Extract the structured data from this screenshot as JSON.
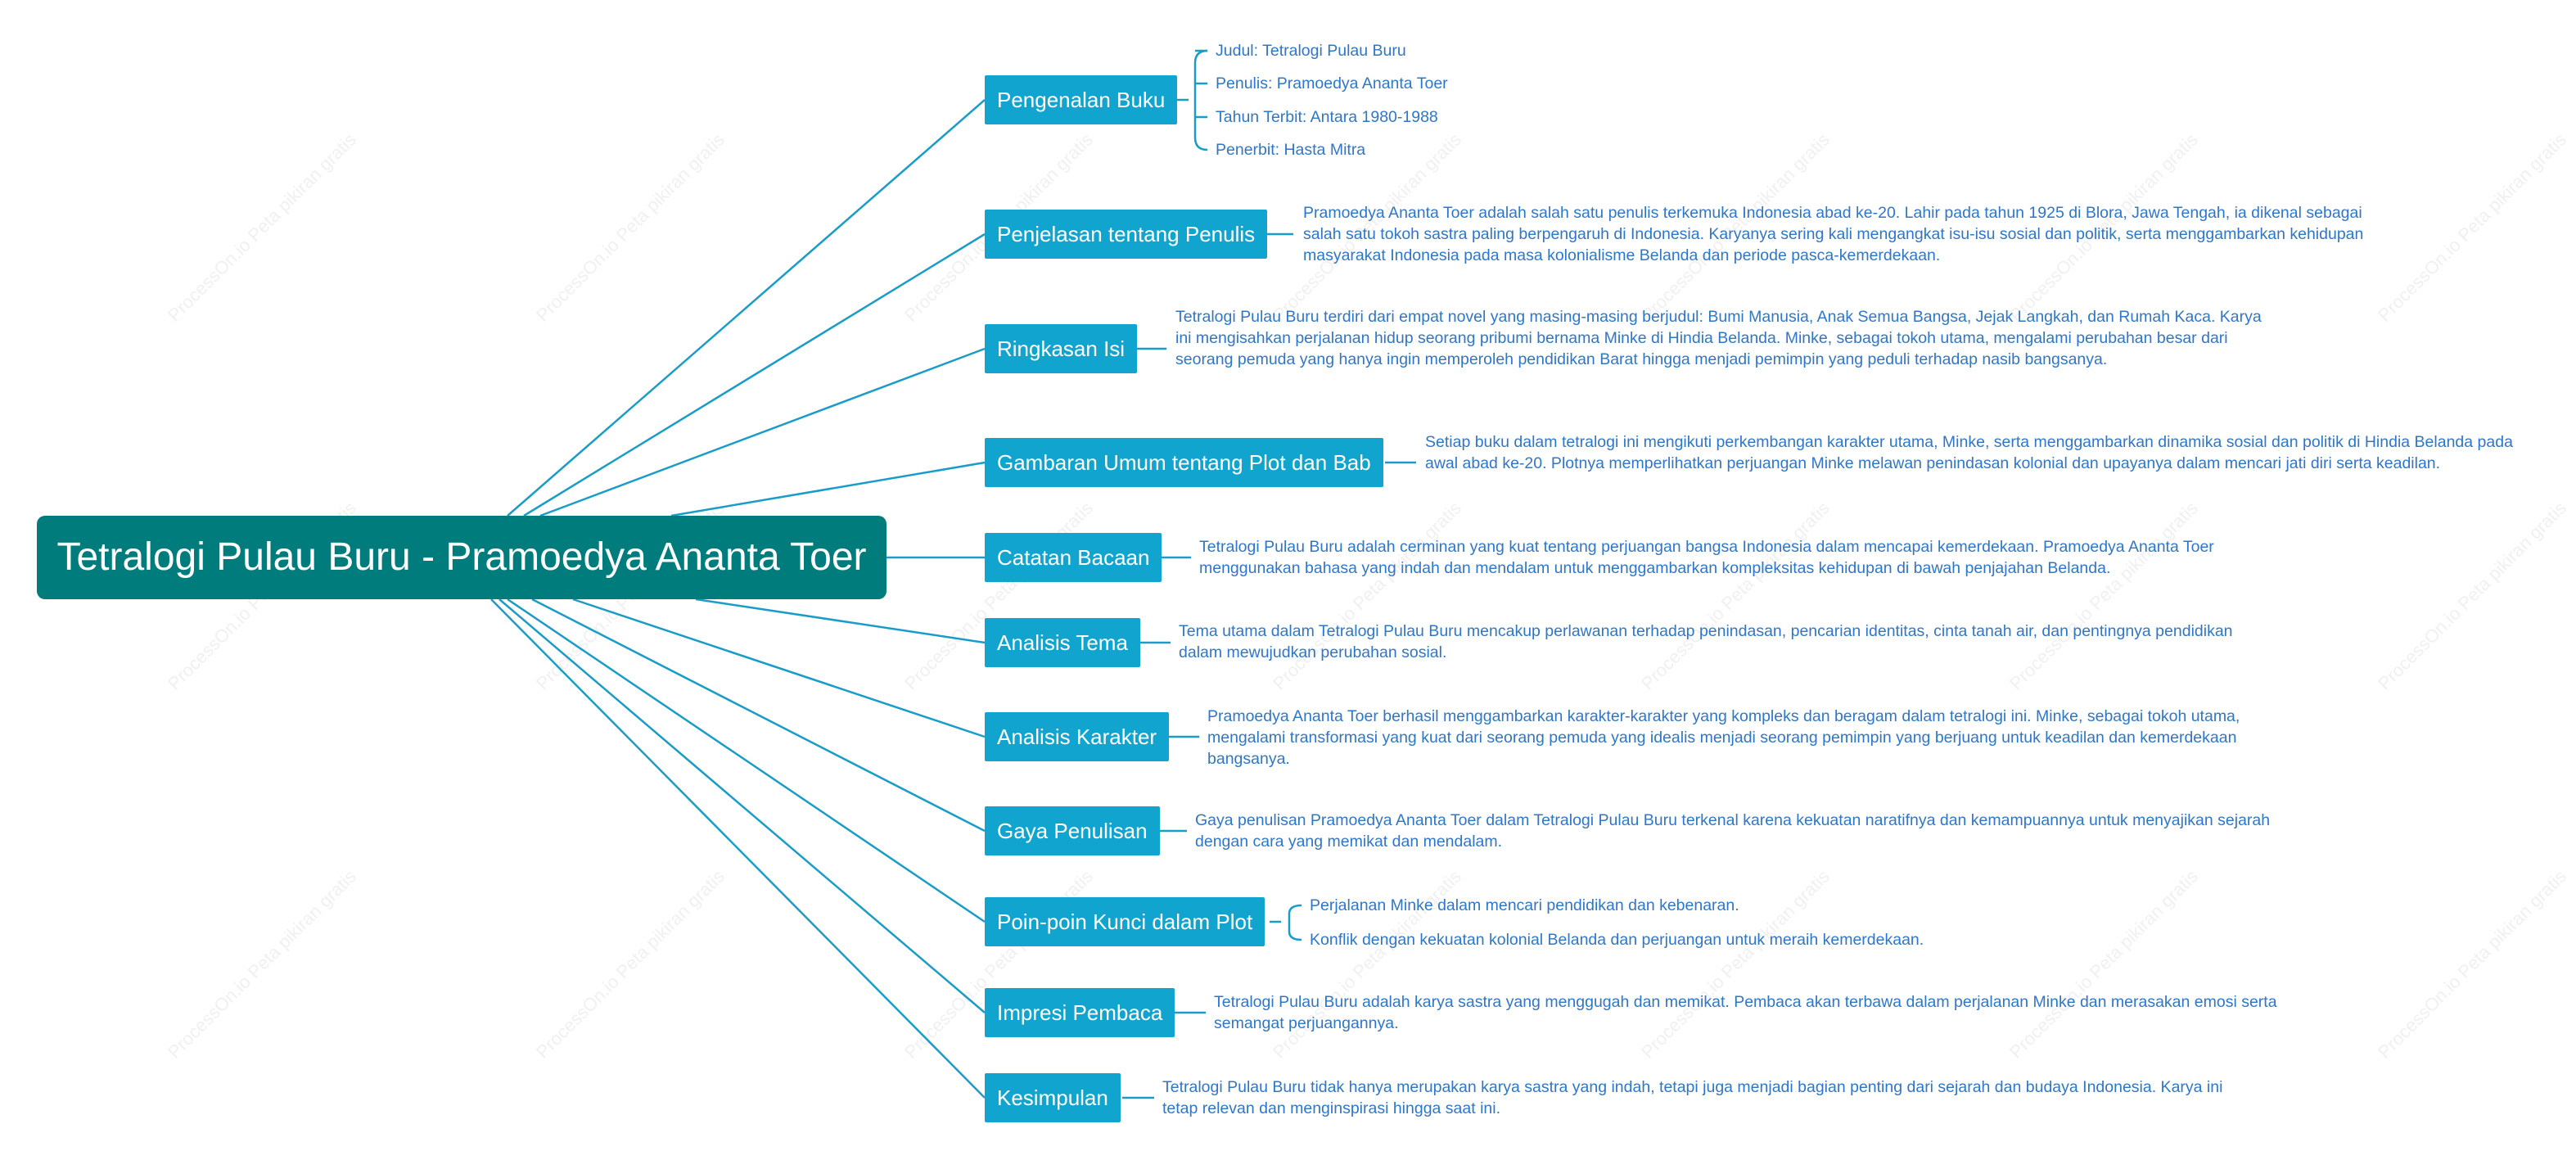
{
  "root": {
    "title": "Tetralogi Pulau Buru - Pramoedya Ananta Toer"
  },
  "watermark": "ProcessOn.io Peta pikiran gratis",
  "colors": {
    "root": "#007c7c",
    "topic": "#11a4cf",
    "text": "#2e77c8",
    "line": "#1a9cc8"
  },
  "topics": [
    {
      "label": "Pengenalan Buku",
      "items": [
        "Judul: Tetralogi Pulau Buru",
        "Penulis: Pramoedya Ananta Toer",
        "Tahun Terbit: Antara 1980-1988",
        "Penerbit: Hasta Mitra"
      ]
    },
    {
      "label": "Penjelasan tentang Penulis",
      "note": "Pramoedya Ananta Toer adalah salah satu penulis terkemuka Indonesia abad ke-20. Lahir pada tahun 1925 di Blora, Jawa Tengah, ia dikenal sebagai salah satu tokoh sastra paling berpengaruh di Indonesia. Karyanya sering kali mengangkat isu-isu sosial dan politik, serta menggambarkan kehidupan masyarakat Indonesia pada masa kolonialisme Belanda dan periode pasca-kemerdekaan."
    },
    {
      "label": "Ringkasan Isi",
      "note": "Tetralogi Pulau Buru terdiri dari empat novel yang masing-masing berjudul: Bumi Manusia, Anak Semua Bangsa, Jejak Langkah, dan Rumah Kaca. Karya ini mengisahkan perjalanan hidup seorang pribumi bernama Minke di Hindia Belanda. Minke, sebagai tokoh utama, mengalami perubahan besar dari seorang pemuda yang hanya ingin memperoleh pendidikan Barat hingga menjadi pemimpin yang peduli terhadap nasib bangsanya."
    },
    {
      "label": "Gambaran Umum tentang Plot dan Bab",
      "note": "Setiap buku dalam tetralogi ini mengikuti perkembangan karakter utama, Minke, serta menggambarkan dinamika sosial dan politik di Hindia Belanda pada awal abad ke-20. Plotnya memperlihatkan perjuangan Minke melawan penindasan kolonial dan upayanya dalam mencari jati diri serta keadilan."
    },
    {
      "label": "Catatan Bacaan",
      "note": "Tetralogi Pulau Buru adalah cerminan yang kuat tentang perjuangan bangsa Indonesia dalam mencapai kemerdekaan. Pramoedya Ananta Toer menggunakan bahasa yang indah dan mendalam untuk menggambarkan kompleksitas kehidupan di bawah penjajahan Belanda."
    },
    {
      "label": "Analisis Tema",
      "note": "Tema utama dalam Tetralogi Pulau Buru mencakup perlawanan terhadap penindasan, pencarian identitas, cinta tanah air, dan pentingnya pendidikan dalam mewujudkan perubahan sosial."
    },
    {
      "label": "Analisis Karakter",
      "note": "Pramoedya Ananta Toer berhasil menggambarkan karakter-karakter yang kompleks dan beragam dalam tetralogi ini. Minke, sebagai tokoh utama, mengalami transformasi yang kuat dari seorang pemuda yang idealis menjadi seorang pemimpin yang berjuang untuk keadilan dan kemerdekaan bangsanya."
    },
    {
      "label": "Gaya Penulisan",
      "note": "Gaya penulisan Pramoedya Ananta Toer dalam Tetralogi Pulau Buru terkenal karena kekuatan naratifnya dan kemampuannya untuk menyajikan sejarah dengan cara yang memikat dan mendalam."
    },
    {
      "label": "Poin-poin Kunci dalam Plot",
      "items": [
        "Perjalanan Minke dalam mencari pendidikan dan kebenaran.",
        "Konflik dengan kekuatan kolonial Belanda dan perjuangan untuk meraih kemerdekaan."
      ]
    },
    {
      "label": "Impresi Pembaca",
      "note": "Tetralogi Pulau Buru adalah karya sastra yang menggugah dan memikat. Pembaca akan terbawa dalam perjalanan Minke dan merasakan emosi serta semangat perjuangannya."
    },
    {
      "label": "Kesimpulan",
      "note": "Tetralogi Pulau Buru tidak hanya merupakan karya sastra yang indah, tetapi juga menjadi bagian penting dari sejarah dan budaya Indonesia. Karya ini tetap relevan dan menginspirasi hingga saat ini."
    }
  ]
}
